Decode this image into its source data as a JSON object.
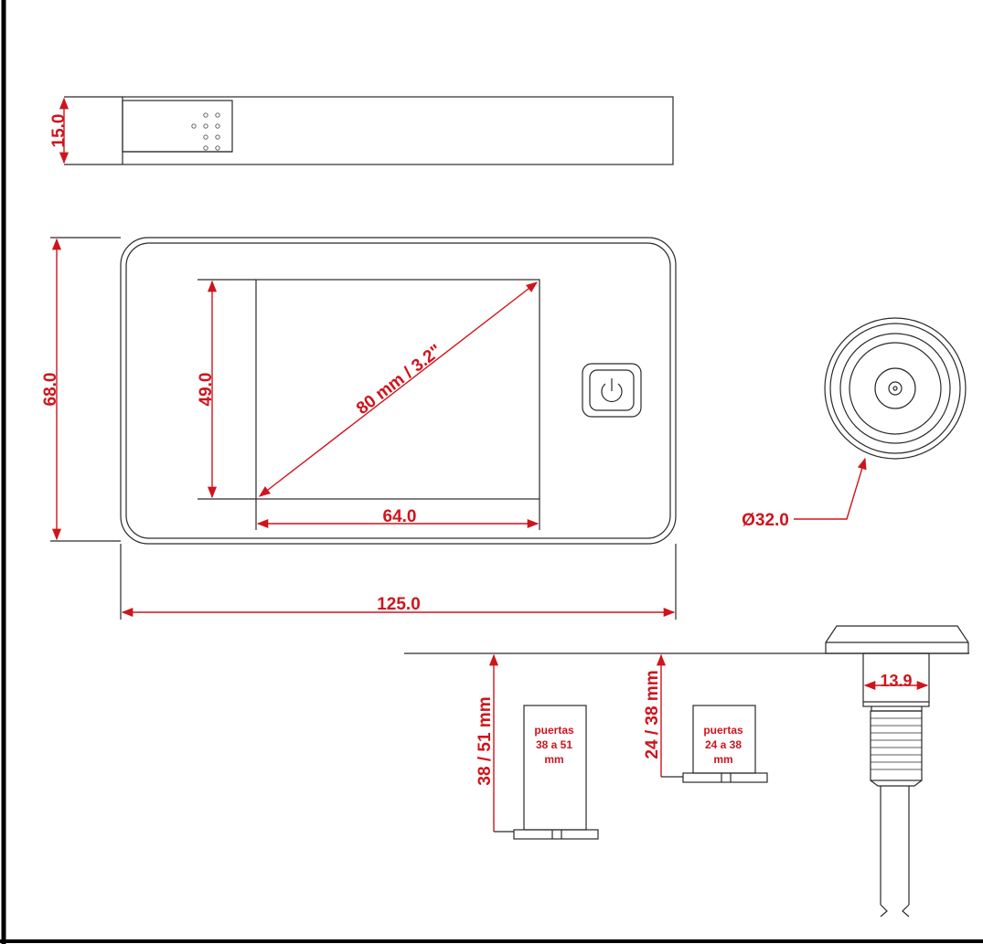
{
  "dimensions": {
    "thickness": "15.0",
    "height": "68.0",
    "screen_height": "49.0",
    "screen_diagonal": "80 mm / 3.2\"",
    "screen_width": "64.0",
    "length": "125.0",
    "lens_diameter": "Ø32.0",
    "shaft_diameter": "13.9",
    "door_range_large": "38 / 51 mm",
    "door_range_small": "24 / 38 mm"
  },
  "notes": {
    "large_door_lines": [
      "puertas",
      "38 a 51",
      "mm"
    ],
    "small_door_lines": [
      "puertas",
      "24 a 38",
      "mm"
    ]
  },
  "colors": {
    "dimension": "#d0141c",
    "outline": "#2a2a2a"
  },
  "icons": {
    "power_button": "power-icon"
  }
}
